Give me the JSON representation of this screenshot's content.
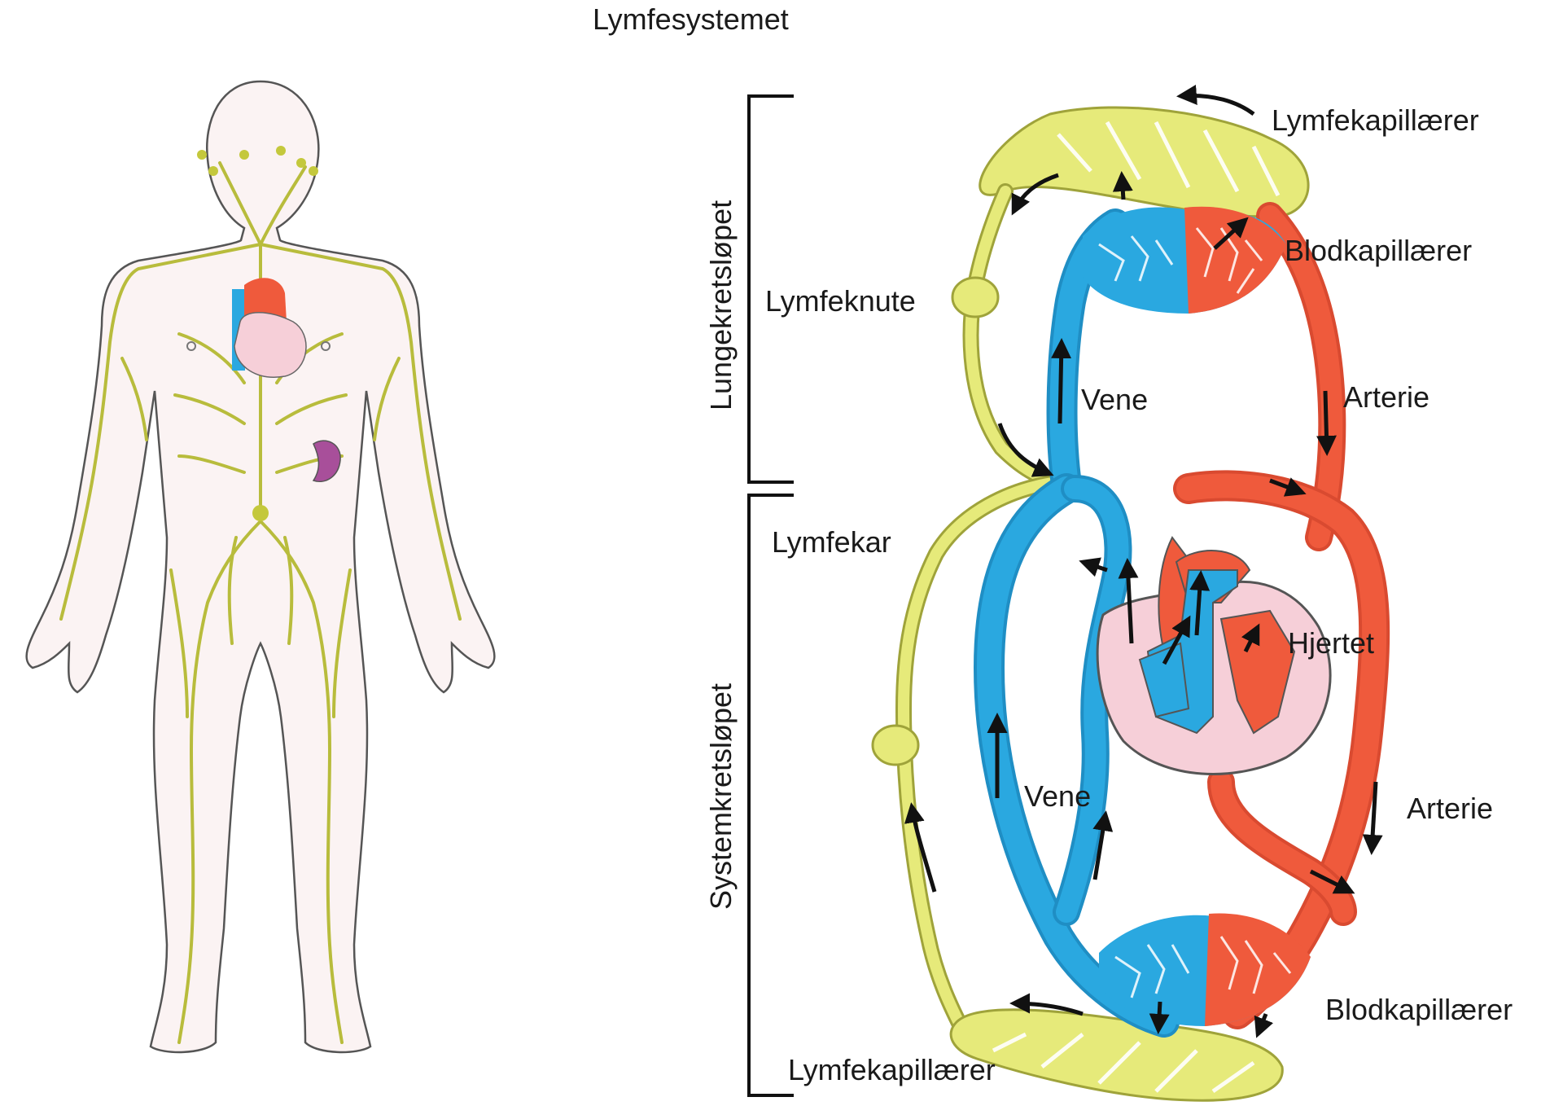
{
  "title": "Lymfesystemet",
  "sections": {
    "pulmonary": "Lungekretsløpet",
    "systemic": "Systemkretsløpet"
  },
  "labels": {
    "lymph_capillaries_top": "Lymfekapillærer",
    "blood_capillaries_top": "Blodkapillærer",
    "lymph_node": "Lymfeknute",
    "vein_top": "Vene",
    "artery_top": "Arterie",
    "lymph_vessel": "Lymfekar",
    "heart": "Hjertet",
    "vein_bottom": "Vene",
    "artery_bottom": "Arterie",
    "blood_capillaries_bottom": "Blodkapillærer",
    "lymph_capillaries_bottom": "Lymfekapillærer"
  },
  "colors": {
    "lymph": "#e6ea7a",
    "lymph_stroke": "#9fa33a",
    "vein": "#2aa8e0",
    "artery": "#ef5a3c",
    "heart_pink": "#f6cfd8",
    "spleen": "#a84f9a",
    "body_outline": "#444444",
    "body_fill": "#fbf5f5"
  }
}
